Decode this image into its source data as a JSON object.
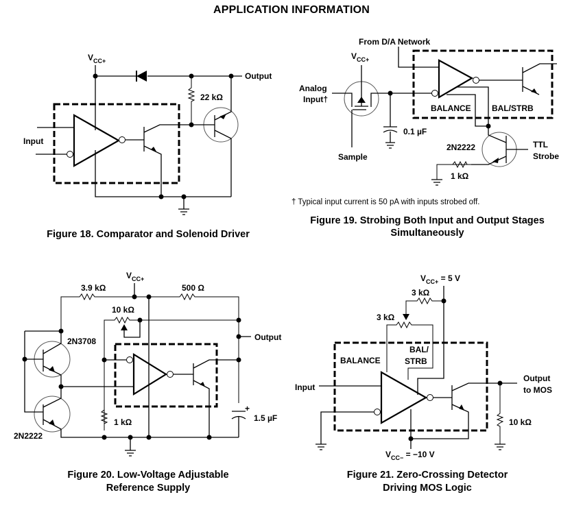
{
  "page": {
    "title": "APPLICATION INFORMATION"
  },
  "figures": [
    {
      "id": "fig18",
      "caption": "Figure 18. Comparator and Solenoid Driver",
      "labels": {
        "vcc": "V",
        "vcc_sub": "CC+",
        "output": "Output",
        "input": "Input",
        "r1": "22 kΩ"
      }
    },
    {
      "id": "fig19",
      "caption_line1": "Figure 19. Strobing Both Input and Output Stages",
      "caption_line2": "Simultaneously",
      "footnote": "† Typical input current is 50 pA with inputs strobed off.",
      "labels": {
        "from_da": "From D/A Network",
        "vcc": "V",
        "vcc_sub": "CC+",
        "analog": "Analog",
        "input": "Input†",
        "sample": "Sample",
        "cap": "0.1 µF",
        "balance": "BALANCE",
        "balstrb": "BAL/STRB",
        "transistor": "2N2222",
        "ttl": "TTL",
        "strobe": "Strobe",
        "r1": "1 kΩ"
      }
    },
    {
      "id": "fig20",
      "caption_line1": "Figure 20. Low-Voltage Adjustable",
      "caption_line2": "Reference Supply",
      "labels": {
        "vcc": "V",
        "vcc_sub": "CC+",
        "r1": "3.9 kΩ",
        "r2": "500 Ω",
        "pot": "10 kΩ",
        "output": "Output",
        "q1": "2N3708",
        "q2": "2N2222",
        "r3": "1 kΩ",
        "cap": "1.5 µF",
        "plus": "+"
      }
    },
    {
      "id": "fig21",
      "caption_line1": "Figure 21. Zero-Crossing Detector",
      "caption_line2": "Driving MOS Logic",
      "labels": {
        "vccp": "V",
        "vccp_sub": "CC+",
        "vccp_val": " = 5 V",
        "vccn": "V",
        "vccn_sub": "CC−",
        "vccn_val": " = −10 V",
        "r1": "3 kΩ",
        "pot": "3 kΩ",
        "balance": "BALANCE",
        "bal": "BAL/",
        "strb": "STRB",
        "input": "Input",
        "output1": "Output",
        "output2": "to MOS",
        "r2": "10 kΩ"
      }
    }
  ]
}
